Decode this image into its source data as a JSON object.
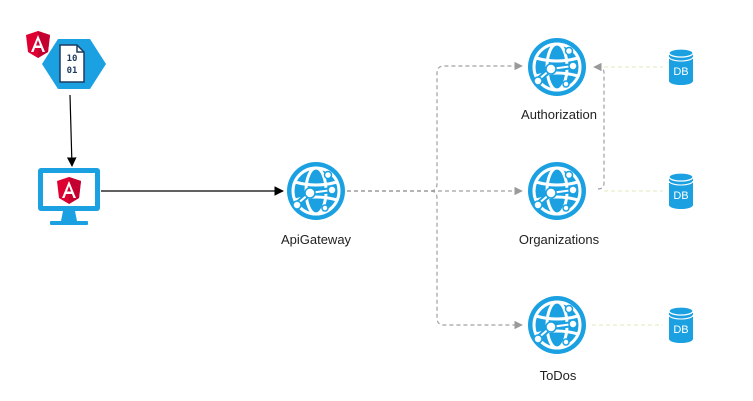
{
  "nodes": {
    "client_app": {
      "icon": "angular-binary-app-icon",
      "binary_top": "10",
      "binary_bottom": "01",
      "badge": "A"
    },
    "web_client": {
      "icon": "angular-monitor-icon",
      "badge": "A"
    },
    "gateway": {
      "label": "ApiGateway",
      "icon": "web-app-globe-icon"
    },
    "services": [
      {
        "label": "Authorization",
        "icon": "web-app-globe-icon",
        "db_label": "DB"
      },
      {
        "label": "Organizations",
        "icon": "web-app-globe-icon",
        "db_label": "DB"
      },
      {
        "label": "ToDos",
        "icon": "web-app-globe-icon",
        "db_label": "DB"
      }
    ]
  },
  "colors": {
    "azure": "#1ba1e2",
    "angular_red": "#dd0031",
    "edge_solid": "#000000",
    "edge_dashed": "#a0a0a0",
    "edge_db": "#e3eecb"
  }
}
